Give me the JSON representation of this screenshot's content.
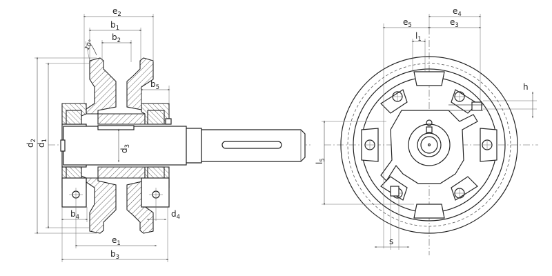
{
  "labels": {
    "e2": {
      "main": "e",
      "sub": "2"
    },
    "b1": {
      "main": "b",
      "sub": "1"
    },
    "b2": {
      "main": "b",
      "sub": "2"
    },
    "angle": "10°",
    "b5": {
      "main": "b",
      "sub": "5"
    },
    "d2": {
      "main": "d",
      "sub": "2"
    },
    "d1": {
      "main": "d",
      "sub": "1"
    },
    "d3": {
      "main": "d",
      "sub": "3"
    },
    "b4": {
      "main": "b",
      "sub": "4"
    },
    "d4": {
      "main": "d",
      "sub": "4"
    },
    "e1": {
      "main": "e",
      "sub": "1"
    },
    "b3": {
      "main": "b",
      "sub": "3"
    },
    "e4": {
      "main": "e",
      "sub": "4"
    },
    "e5": {
      "main": "e",
      "sub": "5"
    },
    "e3": {
      "main": "e",
      "sub": "3"
    },
    "l1": {
      "main": "l",
      "sub": "1"
    },
    "h": {
      "main": "h",
      "sub": ""
    },
    "l5": {
      "main": "l",
      "sub": "5"
    },
    "s": {
      "main": "s",
      "sub": ""
    }
  }
}
